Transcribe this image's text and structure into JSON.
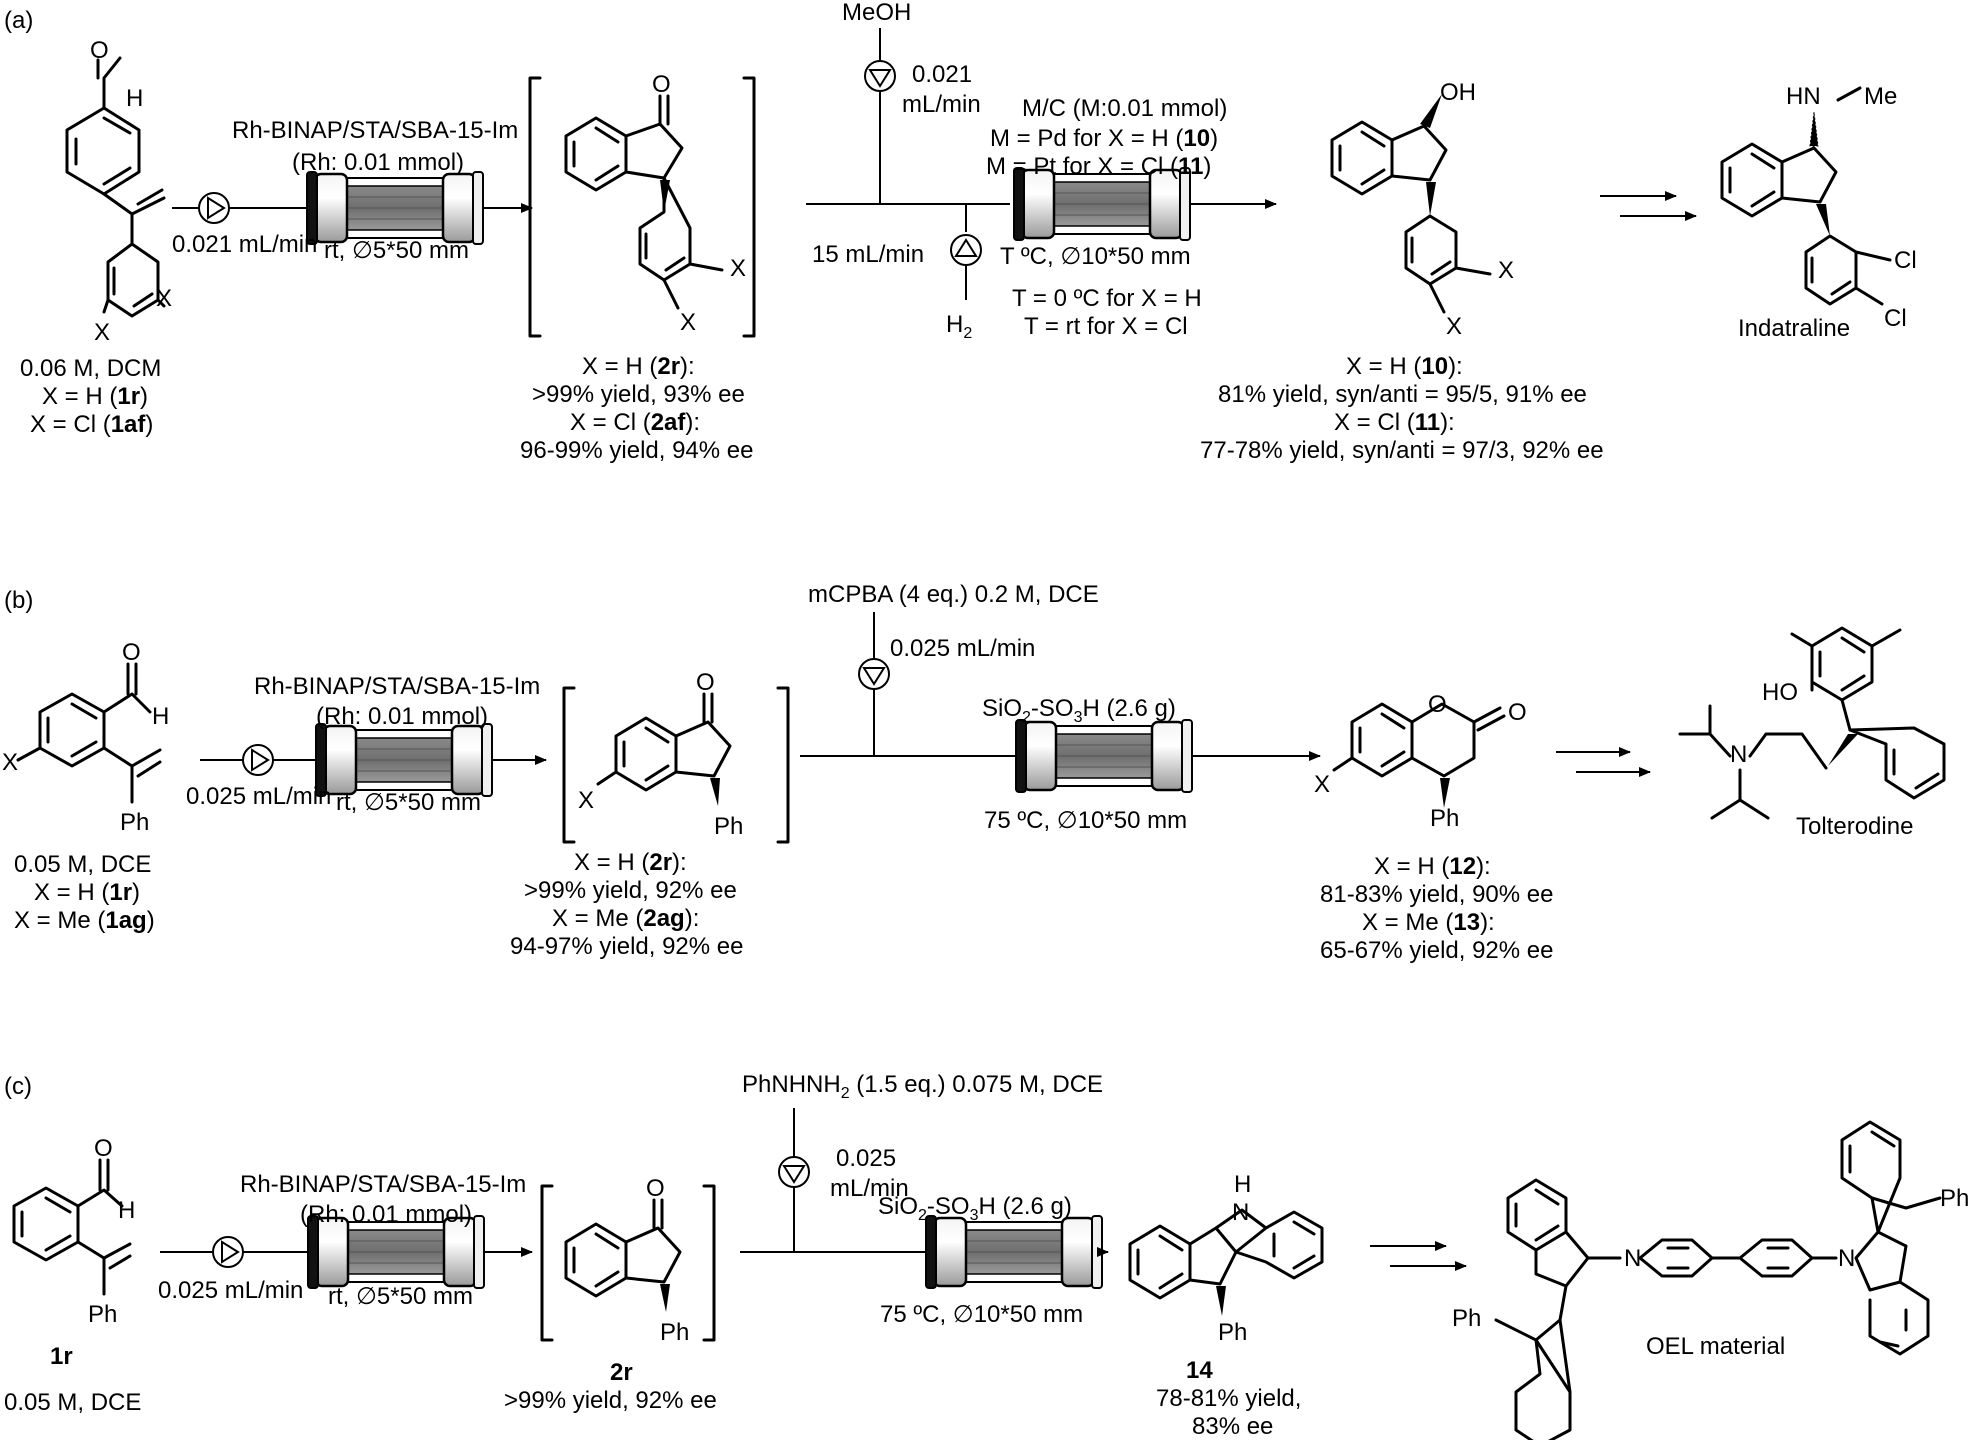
{
  "panels": [
    {
      "letter": "(a)",
      "sm": {
        "line1": "0.06 M, DCM",
        "line2": "X = H (",
        "line2b": "1r",
        "line2c": ")",
        "line3": "X = Cl (",
        "line3b": "1af",
        "line3c": ")"
      },
      "pump1": "0.021 mL/min",
      "catalyst": "Rh-BINAP/STA/SBA-15-Im",
      "catalyst_load": "(Rh: 0.01 mmol)",
      "reactor1": "rt, ∅5*50 mm",
      "int": {
        "l1a": "X = H (",
        "l1b": "2r",
        "l1c": "):",
        "l2": ">99% yield, 93% ee",
        "l3a": "X = Cl (",
        "l3b": "2af",
        "l3c": "):",
        "l4": "96-99% yield, 94% ee"
      },
      "reagent": "MeOH",
      "pump2_a": "0.021",
      "pump2_b": "mL/min",
      "gas_flow": "15 mL/min",
      "gas": "H",
      "gas_sub": "2",
      "metal": {
        "l1": "M/C (M:0.01 mmol)",
        "l2a": "M = Pd for X = H (",
        "l2b": "10",
        "l2c": ")",
        "l3a": "M = Pt for X = Cl (",
        "l3b": "11",
        "l3c": ")"
      },
      "reactor2": "T ºC, ∅10*50 mm",
      "temp1": "T = 0 ºC for X = H",
      "temp2": "T = rt for X = Cl",
      "prod": {
        "l1a": "X = H (",
        "l1b": "10",
        "l1c": "):",
        "l2": "81% yield, syn/anti = 95/5, 91% ee",
        "l3a": "X = Cl (",
        "l3b": "11",
        "l3c": "):",
        "l4": "77-78% yield, syn/anti = 97/3, 92% ee"
      },
      "target": "Indatraline"
    },
    {
      "letter": "(b)",
      "sm": {
        "line1": "0.05 M, DCE",
        "line2": "X = H (",
        "line2b": "1r",
        "line2c": ")",
        "line3": "X = Me (",
        "line3b": "1ag",
        "line3c": ")"
      },
      "pump1": "0.025 mL/min",
      "catalyst": "Rh-BINAP/STA/SBA-15-Im",
      "catalyst_load": "(Rh: 0.01 mmol)",
      "reactor1": "rt, ∅5*50 mm",
      "int": {
        "l1a": "X = H (",
        "l1b": "2r",
        "l1c": "):",
        "l2": ">99% yield, 92% ee",
        "l3a": "X = Me (",
        "l3b": "2ag",
        "l3c": "):",
        "l4": "94-97% yield, 92% ee"
      },
      "reagent": "mCPBA (4 eq.) 0.2 M, DCE",
      "pump2": "0.025 mL/min",
      "acid_a": "SiO",
      "acid_sub": "2",
      "acid_b": "-SO",
      "acid_sub2": "3",
      "acid_c": "H (2.6 g)",
      "reactor2": "75 ºC, ∅10*50 mm",
      "prod": {
        "l1a": "X = H (",
        "l1b": "12",
        "l1c": "):",
        "l2": "81-83% yield, 90% ee",
        "l3a": "X = Me (",
        "l3b": "13",
        "l3c": "):",
        "l4": "65-67% yield, 92% ee"
      },
      "target": "Tolterodine"
    },
    {
      "letter": "(c)",
      "sm": {
        "line1": "1r",
        "line2": "0.05 M, DCE"
      },
      "pump1": "0.025 mL/min",
      "catalyst": "Rh-BINAP/STA/SBA-15-Im",
      "catalyst_load": "(Rh: 0.01 mmol)",
      "reactor1": "rt, ∅5*50 mm",
      "int": {
        "l1": "2r",
        "l2": ">99% yield, 92% ee"
      },
      "reagent_a": "PhNHNH",
      "reagent_sub": "2",
      "reagent_b": " (1.5 eq.) 0.075 M, DCE",
      "pump2_a": "0.025",
      "pump2_b": "mL/min",
      "acid_a": "SiO",
      "acid_sub": "2",
      "acid_b": "-SO",
      "acid_sub2": "3",
      "acid_c": "H (2.6 g)",
      "reactor2": "75 ºC, ∅10*50 mm",
      "prod": {
        "l1": "14",
        "l2": "78-81% yield,",
        "l3": "83% ee"
      },
      "target": "OEL material"
    }
  ],
  "atoms": {
    "O": "O",
    "H": "H",
    "X": "X",
    "OH": "OH",
    "HN": "HN",
    "Me": "Me",
    "Cl": "Cl",
    "Ph": "Ph",
    "N": "N",
    "HO": "HO"
  }
}
